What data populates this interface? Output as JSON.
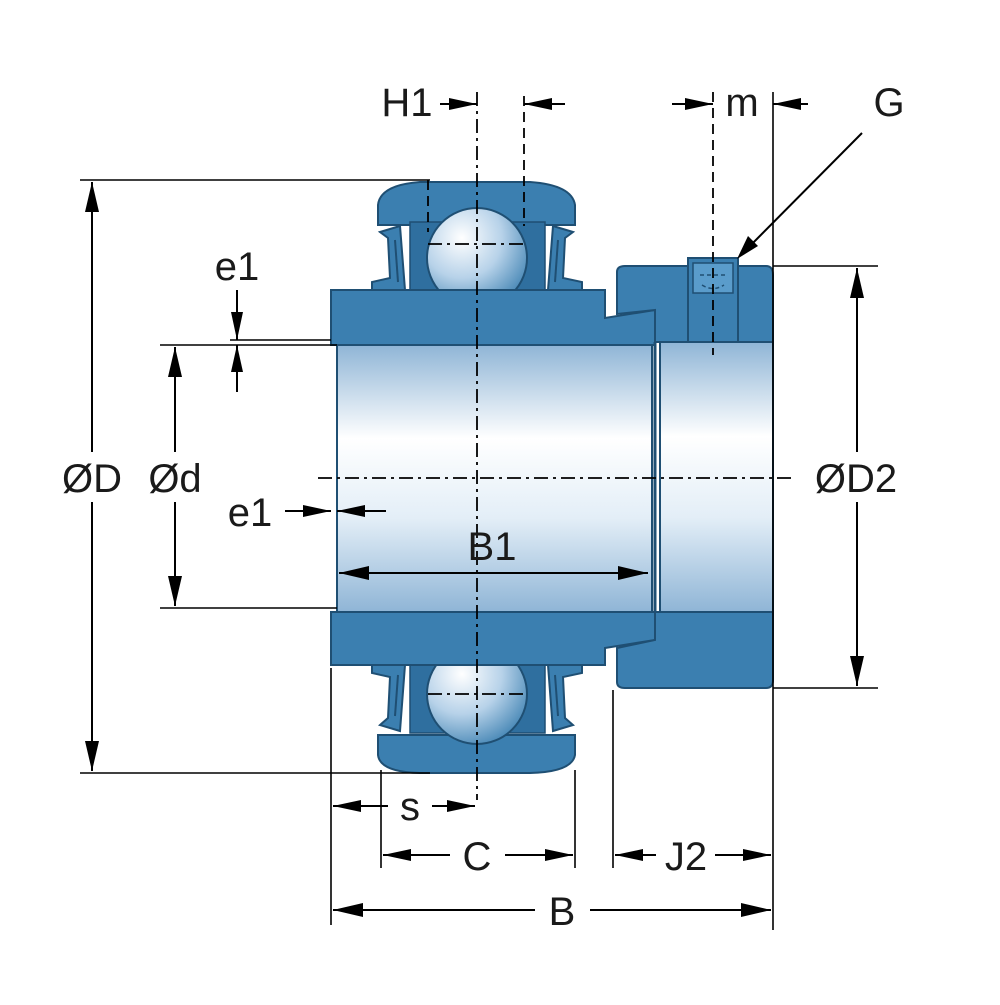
{
  "colors": {
    "body": "#3b7fb0",
    "body_dark": "#2b6a99",
    "outline": "#1f4f73",
    "bore_light": "#ffffff",
    "bore_mid": "#b9d4e8"
  },
  "labels": {
    "H1": "H1",
    "m": "m",
    "G": "G",
    "e1_top": "e1",
    "e1_mid": "e1",
    "D": "ØD",
    "d": "Ød",
    "D2": "ØD2",
    "B1": "B1",
    "s": "s",
    "C": "C",
    "J2": "J2",
    "B": "B"
  }
}
